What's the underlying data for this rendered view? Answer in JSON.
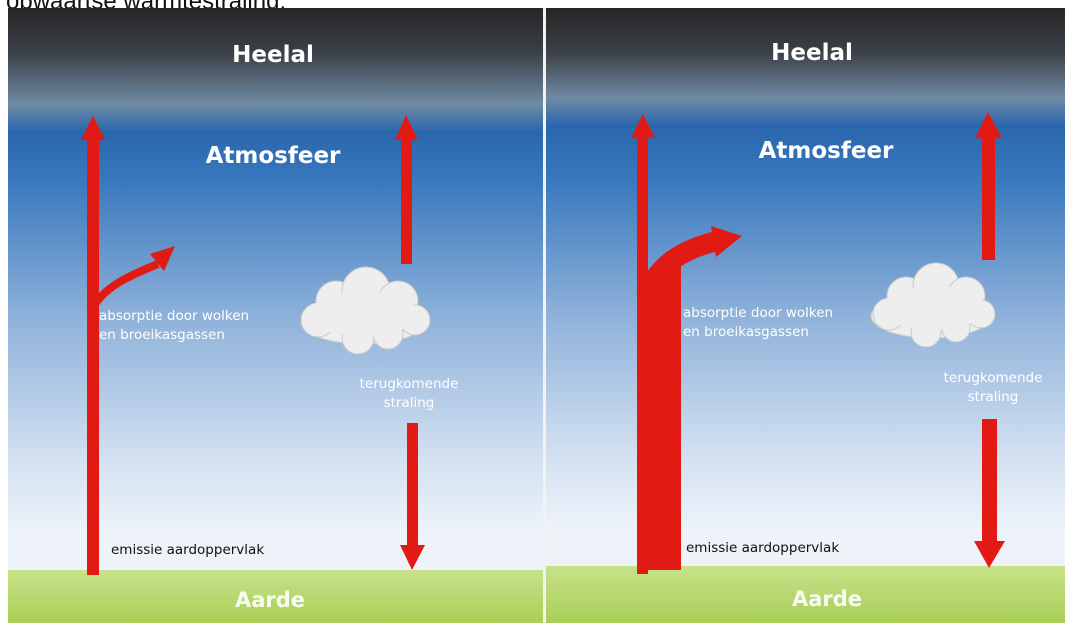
{
  "caption": "opwaartse warmtestraling.",
  "panels": [
    {
      "space_label": "Heelal",
      "atmosphere_label": "Atmosfeer",
      "absorption_line1": "absorptie door wolken",
      "absorption_line2": "en broeikasgassen",
      "return_line1": "terugkomende",
      "return_line2": "straling",
      "emission_label": "emissie aardoppervlak",
      "ground_label": "Aarde"
    },
    {
      "space_label": "Heelal",
      "atmosphere_label": "Atmosfeer",
      "absorption_line1": "absorptie door wolken",
      "absorption_line2": "en broeikasgassen",
      "return_line1": "terugkomende",
      "return_line2": "straling",
      "emission_label": "emissie aardoppervlak",
      "ground_label": "Aarde"
    }
  ],
  "colors": {
    "space_top": "#262626",
    "atmosphere_blue": "#2f6fb5",
    "sky_bottom": "#eef3f9",
    "ground": "#b9d96a",
    "arrow_red": "#e11b14",
    "cloud": "#eeeeee"
  }
}
